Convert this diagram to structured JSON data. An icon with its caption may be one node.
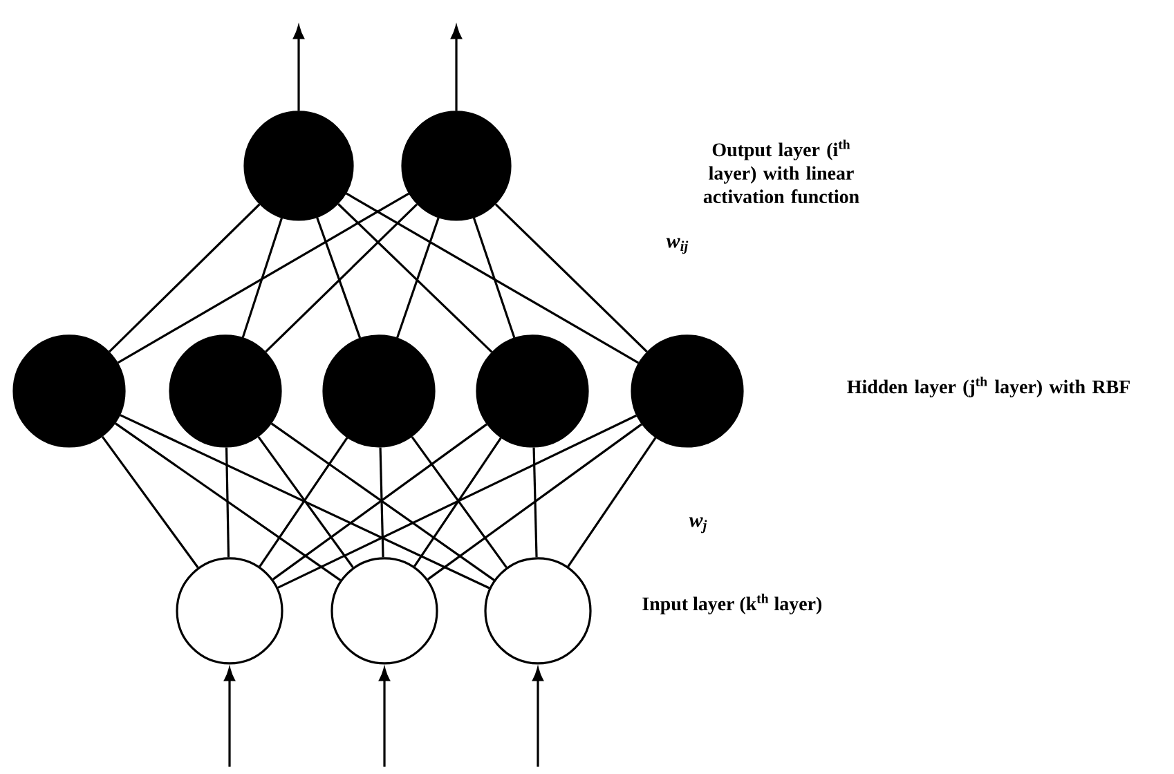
{
  "diagram": {
    "nodes": [
      {
        "text": [],
        "shape": "circle"
      },
      {
        "text": [],
        "shape": "circle"
      },
      {
        "text": [],
        "shape": "circle"
      },
      {
        "text": [],
        "shape": "circle"
      },
      {
        "text": [],
        "shape": "circle"
      },
      {
        "text": [],
        "shape": "circle"
      },
      {
        "text": [],
        "shape": "circle"
      },
      {
        "text": [],
        "shape": "circle"
      },
      {
        "text": [],
        "shape": "circle"
      },
      {
        "text": [],
        "shape": "circle"
      }
    ],
    "edges": [
      {
        "from": 0,
        "to": null,
        "arrow": "to"
      },
      {
        "from": 1,
        "to": null,
        "arrow": "to"
      },
      {
        "from": 0,
        "to": 2,
        "arrow": "none"
      },
      {
        "from": 0,
        "to": 3,
        "arrow": "none"
      },
      {
        "from": 0,
        "to": 4,
        "arrow": "none"
      },
      {
        "from": 0,
        "to": 5,
        "arrow": "none"
      },
      {
        "from": 0,
        "to": 6,
        "arrow": "none"
      },
      {
        "from": 1,
        "to": 2,
        "arrow": "none"
      },
      {
        "from": 1,
        "to": 3,
        "arrow": "none"
      },
      {
        "from": 1,
        "to": 4,
        "arrow": "none"
      },
      {
        "from": 1,
        "to": 5,
        "arrow": "none"
      },
      {
        "from": 1,
        "to": 6,
        "arrow": "none"
      },
      {
        "from": 2,
        "to": 7,
        "arrow": "none"
      },
      {
        "from": 2,
        "to": 8,
        "arrow": "none"
      },
      {
        "from": 2,
        "to": 9,
        "arrow": "none"
      },
      {
        "from": 3,
        "to": 7,
        "arrow": "none"
      },
      {
        "from": 3,
        "to": 8,
        "arrow": "none"
      },
      {
        "from": 3,
        "to": 9,
        "arrow": "none"
      },
      {
        "from": 4,
        "to": 7,
        "arrow": "none"
      },
      {
        "from": 4,
        "to": 8,
        "arrow": "none"
      },
      {
        "from": 4,
        "to": 9,
        "arrow": "none"
      },
      {
        "from": 5,
        "to": 7,
        "arrow": "none"
      },
      {
        "from": 5,
        "to": 8,
        "arrow": "none"
      },
      {
        "from": 5,
        "to": 9,
        "arrow": "none"
      },
      {
        "from": 6,
        "to": 7,
        "arrow": "none"
      },
      {
        "from": 6,
        "to": 8,
        "arrow": "none"
      },
      {
        "from": 6,
        "to": 9,
        "arrow": "none"
      },
      {
        "from": null,
        "to": 7,
        "arrow": "to"
      },
      {
        "from": null,
        "to": 8,
        "arrow": "to"
      },
      {
        "from": null,
        "to": 9,
        "arrow": "to"
      }
    ],
    "labels": [
      "Output layer (i$^{th}$ layer) with linear activation function",
      "w$_{ij}$",
      "Hidden layer (j$^{th}$ layer) with RBF",
      "w$_{j}$",
      "Input layer (k$^{th}$ layer)"
    ]
  }
}
